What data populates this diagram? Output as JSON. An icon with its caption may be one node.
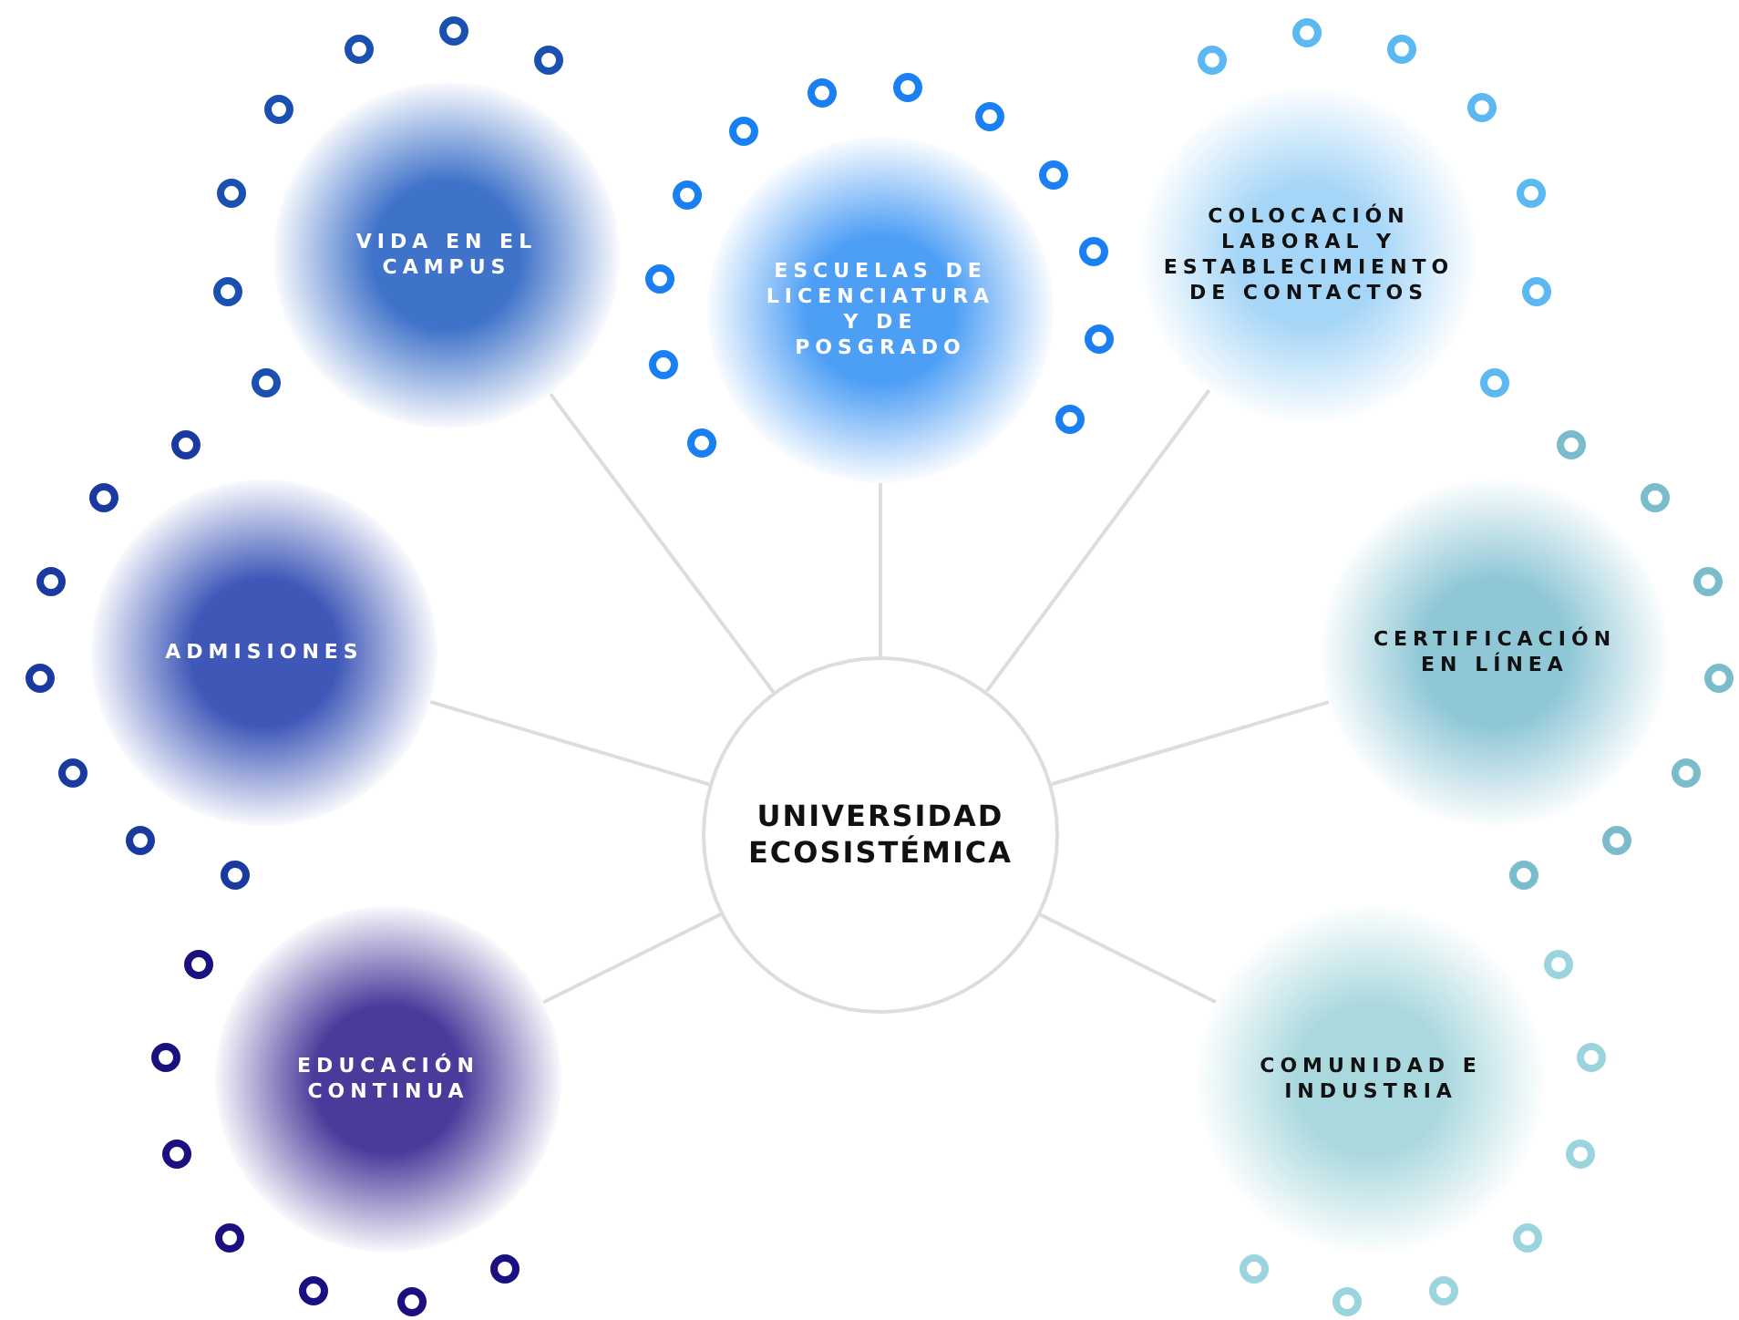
{
  "diagram": {
    "nodes": [
      {
        "text": [
          "VIDA EN EL CAMPUS"
        ]
      },
      {
        "text": [
          "ESCUELAS DE LICENCIATURA Y DE POSGRADO"
        ]
      },
      {
        "text": [
          "COLOCACIÓN LABORAL Y ESTABLECIMIENTO DE CONTACTOS"
        ]
      },
      {
        "text": [
          "ADMISIONES"
        ]
      },
      {
        "text": [
          "UNIVERSIDAD ECOSISTÉMICA"
        ]
      },
      {
        "text": [
          "CERTIFICACIÓN EN LÍNEA"
        ]
      },
      {
        "text": [
          "EDUCACIÓN CONTINUA"
        ]
      },
      {
        "text": [
          "COMUNIDAD E INDUSTRIA"
        ]
      }
    ],
    "edges": [
      {
        "from": 4,
        "to": 0,
        "arrow": "none"
      },
      {
        "from": 4,
        "to": 1,
        "arrow": "none"
      },
      {
        "from": 4,
        "to": 2,
        "arrow": "none"
      },
      {
        "from": 4,
        "to": 3,
        "arrow": "none"
      },
      {
        "from": 4,
        "to": 5,
        "arrow": "none"
      },
      {
        "from": 4,
        "to": 6,
        "arrow": "none"
      },
      {
        "from": 4,
        "to": 7,
        "arrow": "none"
      }
    ]
  }
}
